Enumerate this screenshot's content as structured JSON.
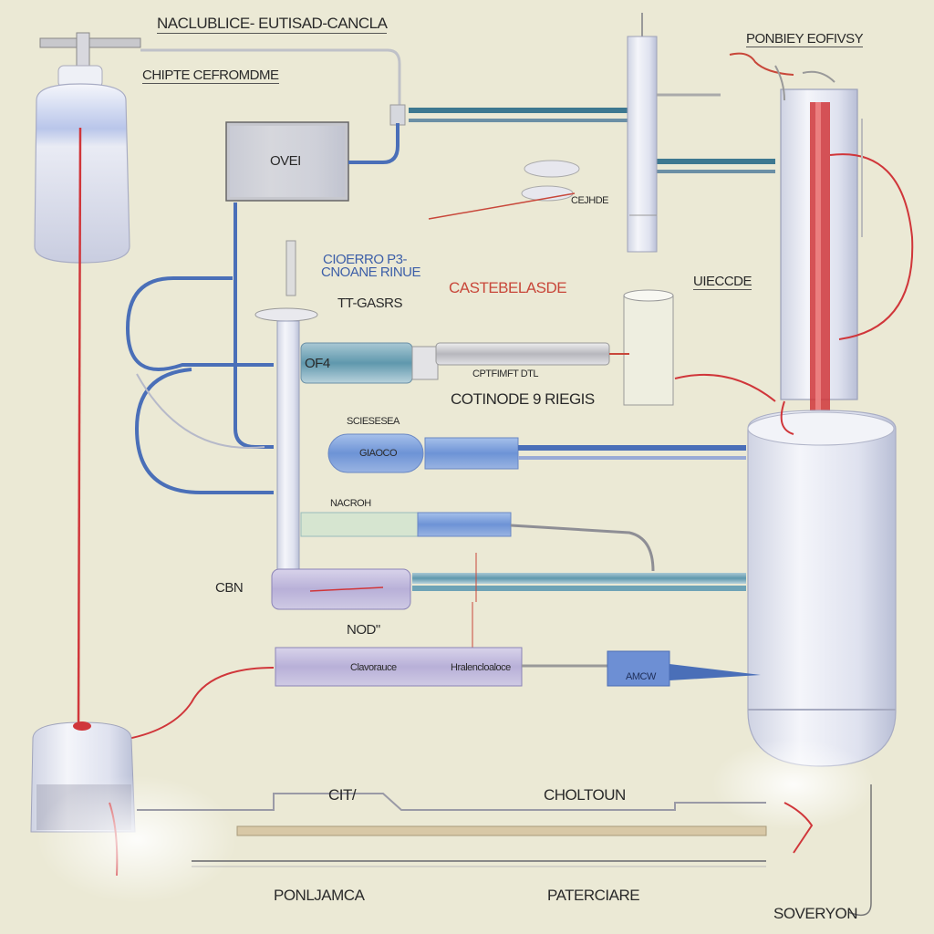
{
  "labels": {
    "top_title": "NACLUBLICE- EUTISAD-CANCLA",
    "top_right": "PONBIEY EOFIVSY",
    "left_upper": "CHIPTE CEFROMDME",
    "box_label": "OVEI",
    "mid_small": "CEJHDE",
    "blue_label_1": "CIOERRO  P3-",
    "blue_label_2": "CNOANE RINUE",
    "gasrs": "TT-GASRS",
    "red_label": "CASTEBELASDE",
    "right_label": "UIECCDE",
    "tube_text": "OF4",
    "tube_small": "CPTFIMFT DTL",
    "cotnode": "COTINODE 9 RIEGIS",
    "sciesesea": "SCIESESEA",
    "capsule_text": "GIAOCO",
    "nacroh": "NACROH",
    "cbn": "CBN",
    "nod": "NOD\"",
    "connector_left": "Clavorauce",
    "connector_right": "Hralencloaloce",
    "blue_box": "AMCW",
    "cit": "CIT/",
    "choltoun": "CHOLTOUN",
    "ponljamca": "PONLJAMCA",
    "paterciare": "PATERCIARE",
    "soveryon": "SOVERYON"
  },
  "colors": {
    "background": "#ebe9d5",
    "blue_tube": "#4a6fb8",
    "red_line": "#d0363a",
    "teal_pipe": "#3d7890",
    "glass": "#dfe2ee"
  }
}
